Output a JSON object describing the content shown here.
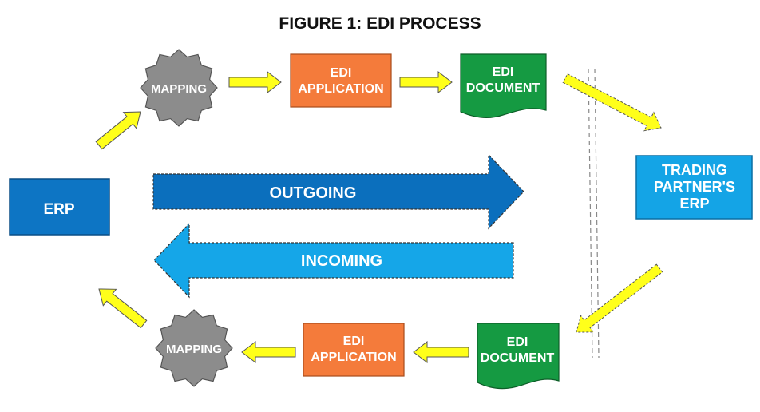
{
  "title": "FIGURE 1: EDI PROCESS",
  "nodes": {
    "erp": {
      "label": "ERP"
    },
    "partner": {
      "lines": [
        "TRADING",
        "PARTNER'S",
        "ERP"
      ]
    },
    "mapping_top": {
      "label": "MAPPING"
    },
    "mapping_bottom": {
      "label": "MAPPING"
    },
    "app_top": {
      "lines": [
        "EDI",
        "APPLICATION"
      ]
    },
    "app_bottom": {
      "lines": [
        "EDI",
        "APPLICATION"
      ]
    },
    "doc_top": {
      "lines": [
        "EDI",
        "DOCUMENT"
      ]
    },
    "doc_bottom": {
      "lines": [
        "EDI",
        "DOCUMENT"
      ]
    }
  },
  "flows": {
    "outgoing": {
      "label": "OUTGOING"
    },
    "incoming": {
      "label": "INCOMING"
    }
  },
  "colors": {
    "erp_blue": "#0d75c4",
    "partner_blue": "#14a4e6",
    "outgoing_blue": "#0b6fbd",
    "incoming_blue": "#15a6e8",
    "orange": "#f47b3b",
    "green": "#159a42",
    "gray": "#8c8c8c",
    "yellow": "#ffff1a"
  }
}
